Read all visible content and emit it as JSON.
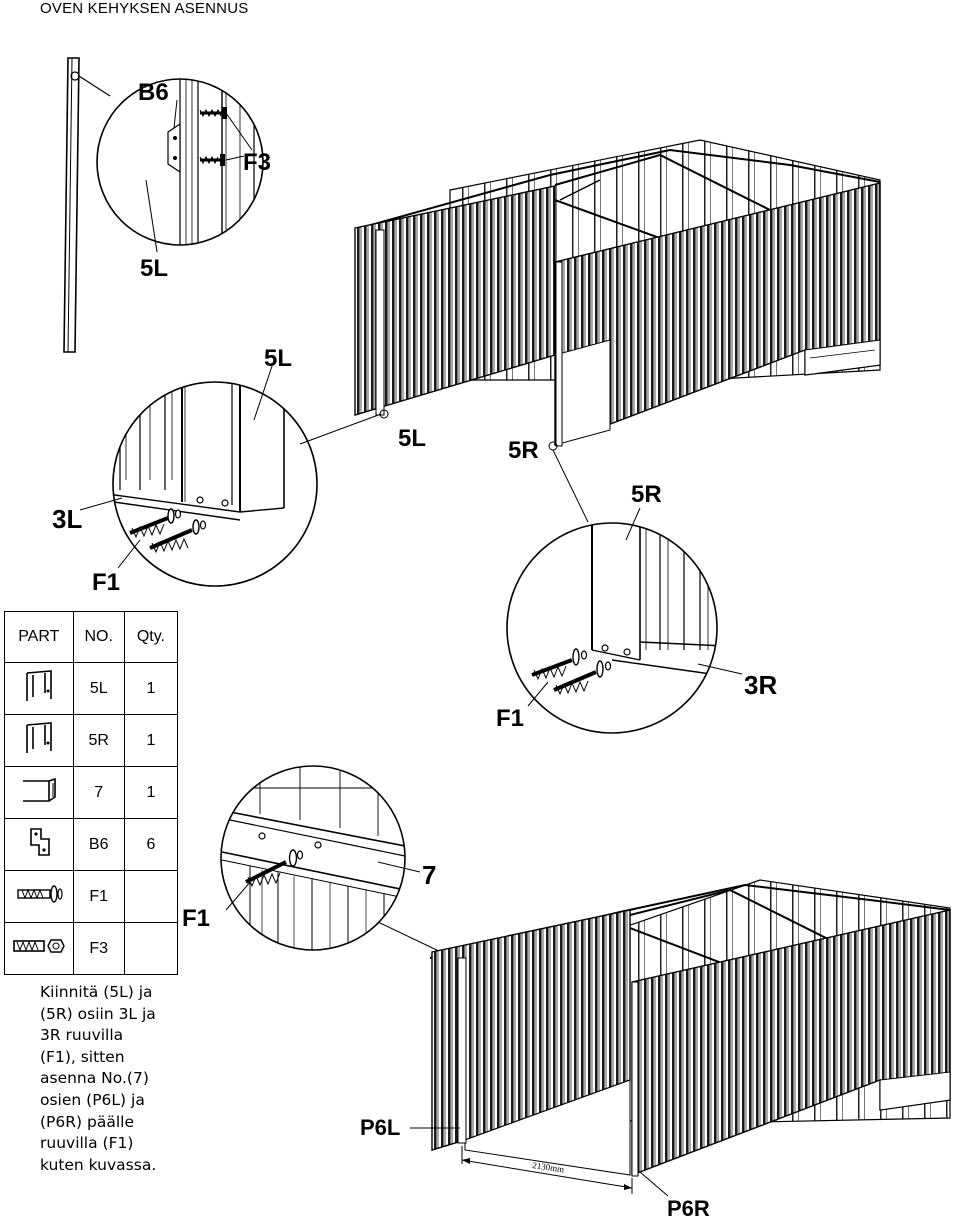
{
  "title": "OVEN KEHYKSEN ASENNUS",
  "labels": {
    "b6": "B6",
    "f3": "F3",
    "5l_detail": "5L",
    "5l_top": "5L",
    "5l_shed": "5L",
    "3l": "3L",
    "f1_left": "F1",
    "5r_shed": "5R",
    "5r_detail": "5R",
    "3r": "3R",
    "f1_right": "F1",
    "seven": "7",
    "f1_bottom": "F1",
    "p6l": "P6L",
    "p6r": "P6R",
    "dimension": "2130mm"
  },
  "table": {
    "headers": [
      "PART",
      "NO.",
      "Qty."
    ],
    "rows": [
      {
        "icon": "panel-5l-icon",
        "no": "5L",
        "qty": "1"
      },
      {
        "icon": "panel-5r-icon",
        "no": "5R",
        "qty": "1"
      },
      {
        "icon": "channel-7-icon",
        "no": "7",
        "qty": "1"
      },
      {
        "icon": "bracket-b6-icon",
        "no": "B6",
        "qty": "6"
      },
      {
        "icon": "screw-f1-icon",
        "no": "F1",
        "qty": ""
      },
      {
        "icon": "screw-f3-icon",
        "no": "F3",
        "qty": ""
      }
    ]
  },
  "instructions": [
    "Kiinnitä (5L) ja",
    "(5R) osiin 3L ja",
    "3R ruuvilla",
    "(F1), sitten",
    "asenna No.(7)",
    "osien (P6L) ja",
    "(P6R) päälle",
    "ruuvilla (F1)",
    "kuten kuvassa."
  ]
}
